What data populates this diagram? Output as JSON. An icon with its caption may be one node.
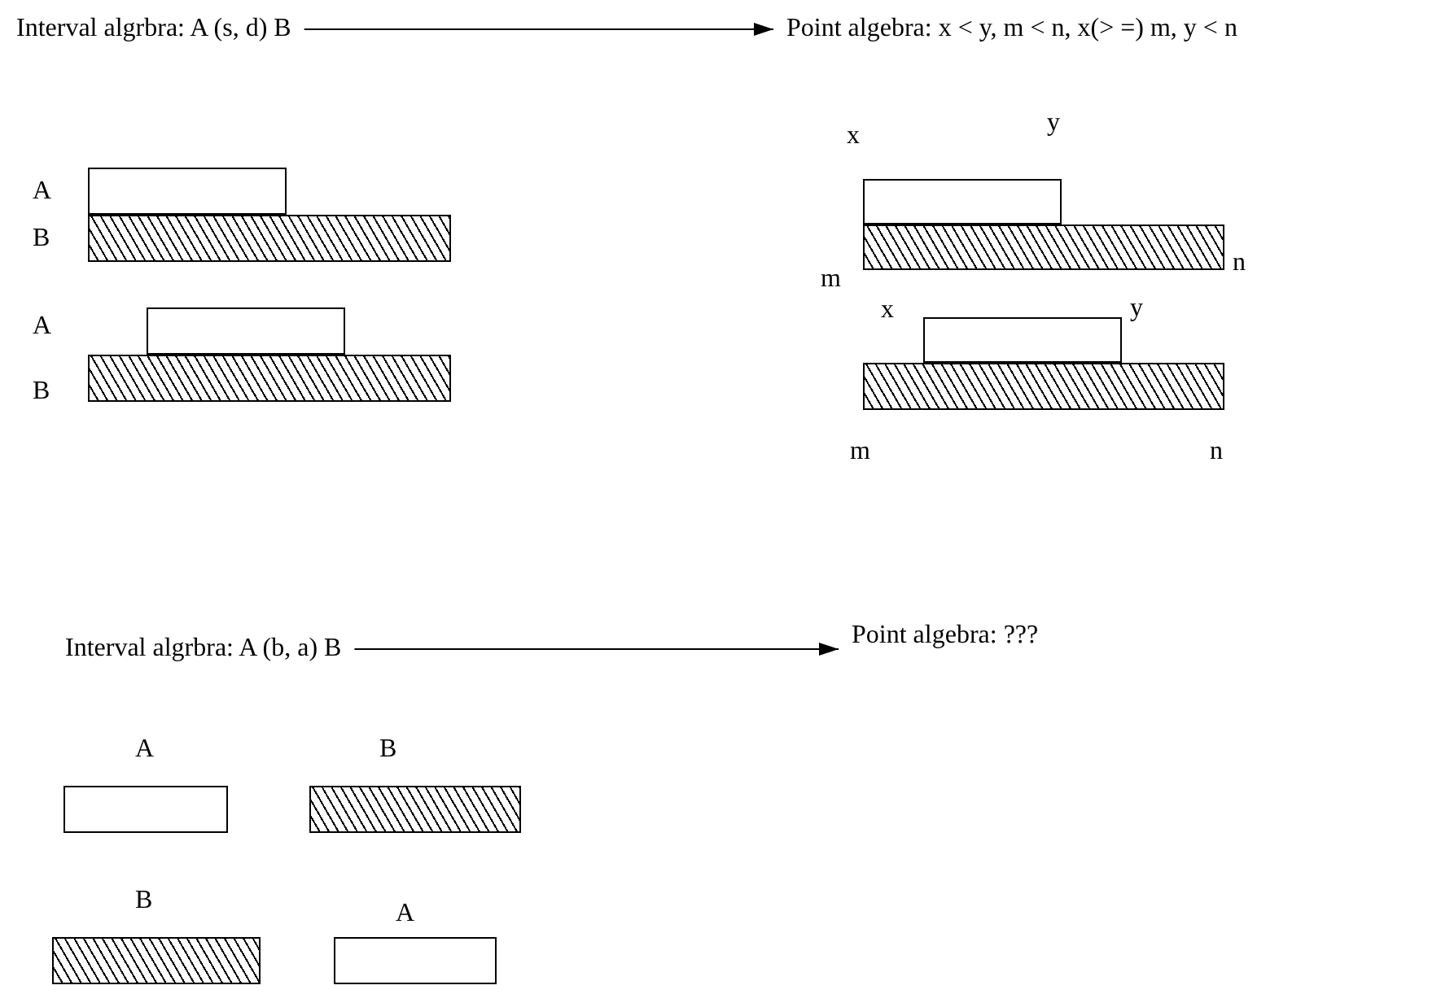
{
  "diagram": {
    "nodes": [
      {
        "text": [
          "Interval algrbra: A (s, d) B"
        ]
      },
      {
        "text": [
          "Point algebra: x < y, m < n, x(> =) m, y < n"
        ]
      },
      {
        "text": [],
        "shape": "bar",
        "beside": [
          "A"
        ]
      },
      {
        "text": [],
        "shape": "bar",
        "beside": [
          "B"
        ]
      },
      {
        "text": [],
        "shape": "bar"
      },
      {
        "text": [],
        "shape": "bar",
        "beside": [
          "B"
        ]
      },
      {
        "text": [],
        "shape": "bar",
        "beside": [
          "x",
          "y"
        ]
      },
      {
        "text": [],
        "shape": "bar",
        "beside": [
          "m",
          "n"
        ]
      },
      {
        "text": [],
        "shape": "bar",
        "beside": [
          "x",
          "y"
        ]
      },
      {
        "text": [],
        "shape": "bar",
        "beside": [
          "m",
          "n"
        ]
      },
      {
        "text": [
          "Interval algrbra: A (b, a) B"
        ]
      },
      {
        "text": [
          "Point algebra: ???"
        ]
      },
      {
        "text": [],
        "shape": "bar",
        "beside": [
          "A"
        ]
      },
      {
        "text": [],
        "shape": "bar",
        "beside": [
          "B"
        ]
      },
      {
        "text": [],
        "shape": "bar",
        "beside": [
          "B"
        ]
      },
      {
        "text": [],
        "shape": "bar",
        "beside": [
          "A"
        ]
      }
    ],
    "edges": [
      {
        "from": 0,
        "to": 1,
        "arrow": "to"
      },
      {
        "from": 10,
        "to": 11,
        "arrow": "to"
      }
    ],
    "labels": [
      "A"
    ]
  }
}
